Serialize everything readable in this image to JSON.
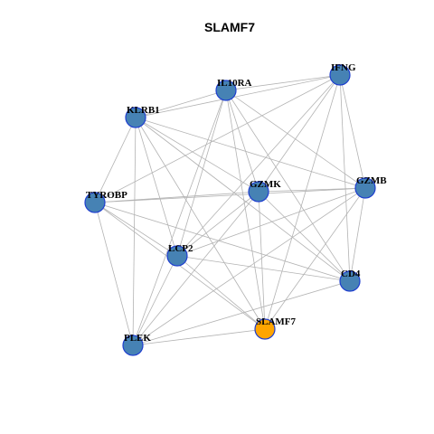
{
  "title": "SLAMF7",
  "colors": {
    "background": "#ffffff",
    "node_fill": "#4682b4",
    "highlight_fill": "#ffa500",
    "node_border": "#1f3fcf",
    "edge": "#b3b3b3"
  },
  "nodes": [
    {
      "id": "IFNG",
      "label": "IFNG",
      "highlight": false
    },
    {
      "id": "IL10RA",
      "label": "IL10RA",
      "highlight": false
    },
    {
      "id": "KLRB1",
      "label": "KLRB1",
      "highlight": false
    },
    {
      "id": "GZMK",
      "label": "GZMK",
      "highlight": false
    },
    {
      "id": "GZMB",
      "label": "GZMB",
      "highlight": false
    },
    {
      "id": "TYROBP",
      "label": "TYROBP",
      "highlight": false
    },
    {
      "id": "LCP2",
      "label": "LCP2",
      "highlight": false
    },
    {
      "id": "CD4",
      "label": "CD4",
      "highlight": false
    },
    {
      "id": "SLAMF7",
      "label": "SLAMF7",
      "highlight": true
    },
    {
      "id": "PLEK",
      "label": "PLEK",
      "highlight": false
    }
  ],
  "edges": [
    [
      "IL10RA",
      "IFNG"
    ],
    [
      "KLRB1",
      "IFNG"
    ],
    [
      "KLRB1",
      "IL10RA"
    ],
    [
      "TYROBP",
      "IFNG"
    ],
    [
      "GZMK",
      "IFNG"
    ],
    [
      "LCP2",
      "IFNG"
    ],
    [
      "SLAMF7",
      "IFNG"
    ],
    [
      "CD4",
      "IFNG"
    ],
    [
      "GZMB",
      "IFNG"
    ],
    [
      "IL10RA",
      "GZMK"
    ],
    [
      "IL10RA",
      "GZMB"
    ],
    [
      "IL10RA",
      "LCP2"
    ],
    [
      "IL10RA",
      "CD4"
    ],
    [
      "IL10RA",
      "SLAMF7"
    ],
    [
      "IL10RA",
      "PLEK"
    ],
    [
      "KLRB1",
      "TYROBP"
    ],
    [
      "KLRB1",
      "GZMK"
    ],
    [
      "KLRB1",
      "GZMB"
    ],
    [
      "KLRB1",
      "LCP2"
    ],
    [
      "KLRB1",
      "CD4"
    ],
    [
      "KLRB1",
      "SLAMF7"
    ],
    [
      "KLRB1",
      "PLEK"
    ],
    [
      "TYROBP",
      "GZMK"
    ],
    [
      "TYROBP",
      "GZMB"
    ],
    [
      "TYROBP",
      "LCP2"
    ],
    [
      "TYROBP",
      "CD4"
    ],
    [
      "TYROBP",
      "SLAMF7"
    ],
    [
      "TYROBP",
      "PLEK"
    ],
    [
      "GZMK",
      "GZMB"
    ],
    [
      "GZMK",
      "LCP2"
    ],
    [
      "GZMK",
      "CD4"
    ],
    [
      "GZMK",
      "SLAMF7"
    ],
    [
      "GZMK",
      "PLEK"
    ],
    [
      "GZMB",
      "LCP2"
    ],
    [
      "GZMB",
      "CD4"
    ],
    [
      "GZMB",
      "SLAMF7"
    ],
    [
      "GZMB",
      "PLEK"
    ],
    [
      "LCP2",
      "CD4"
    ],
    [
      "LCP2",
      "SLAMF7"
    ],
    [
      "LCP2",
      "PLEK"
    ],
    [
      "CD4",
      "PLEK"
    ],
    [
      "SLAMF7",
      "PLEK"
    ]
  ]
}
